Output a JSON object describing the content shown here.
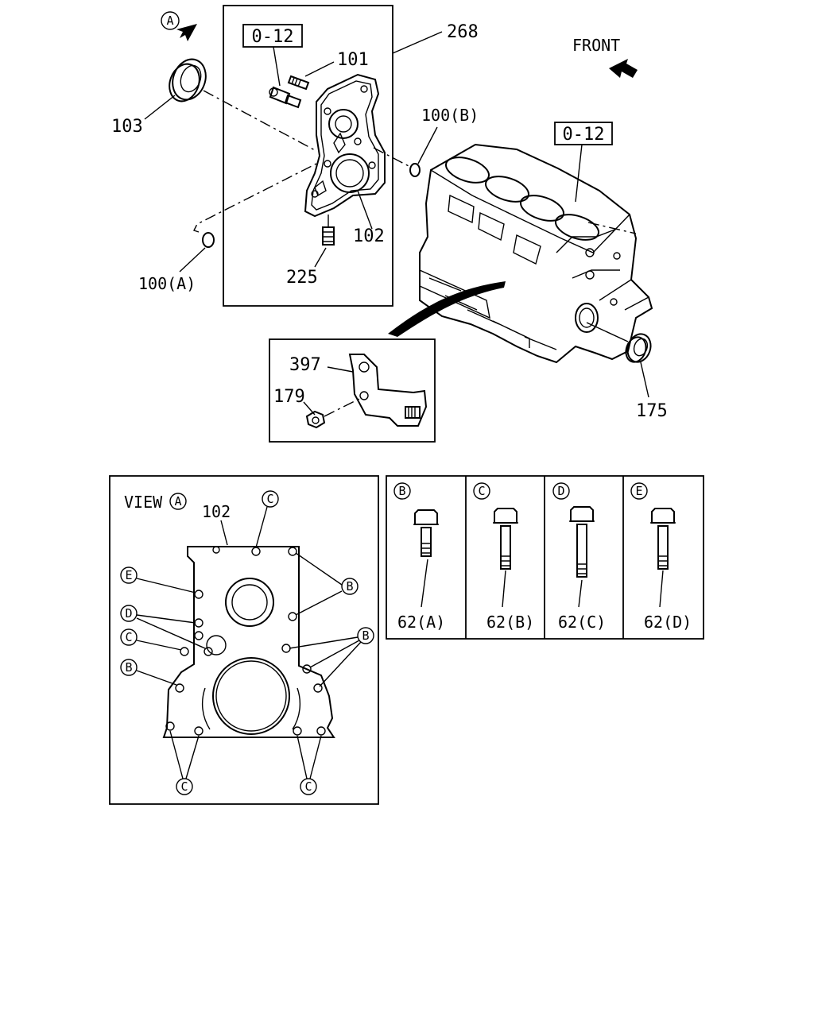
{
  "labels": {
    "view_marker_a": "A",
    "ref_0_12_top": "0-12",
    "ref_0_12_block": "0-12",
    "p268": "268",
    "p101": "101",
    "p103": "103",
    "p100b": "100(B)",
    "p100a": "100(A)",
    "p102": "102",
    "p225": "225",
    "p397": "397",
    "p179": "179",
    "p175": "175",
    "front": "FRONT"
  },
  "view_panel": {
    "title": "VIEW",
    "title_marker": "A",
    "part_label": "102",
    "callouts": {
      "c_top": "C",
      "e_left": "E",
      "d_left": "D",
      "c_left": "C",
      "b_left": "B",
      "b_right_upper": "B",
      "b_right_lower": "B",
      "c_bottom_left": "C",
      "c_bottom_right": "C"
    }
  },
  "bolt_table": {
    "columns": [
      {
        "marker": "B",
        "part": "62(A)"
      },
      {
        "marker": "C",
        "part": "62(B)"
      },
      {
        "marker": "D",
        "part": "62(C)"
      },
      {
        "marker": "E",
        "part": "62(D)"
      }
    ]
  }
}
